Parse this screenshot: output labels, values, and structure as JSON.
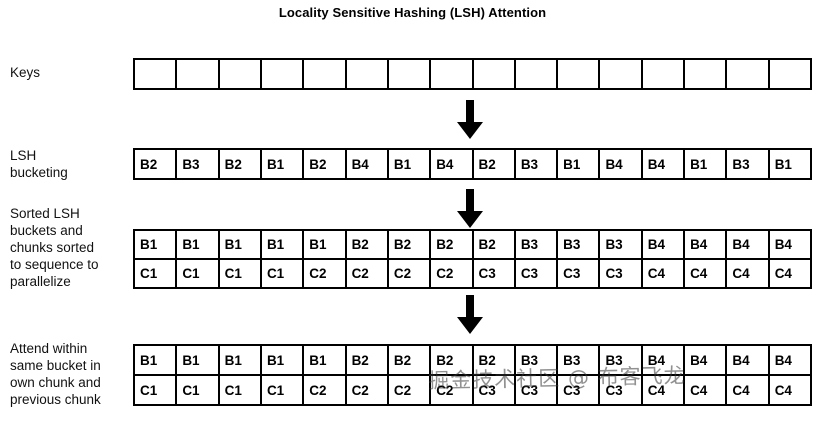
{
  "title": "Locality Sensitive Hashing (LSH) Attention",
  "watermark": "掘金技术社区 @ 布客飞龙",
  "rows": {
    "keys": {
      "label": "Keys",
      "cells": [
        "",
        "",
        "",
        "",
        "",
        "",
        "",
        "",
        "",
        "",
        "",
        "",
        "",
        "",
        "",
        ""
      ]
    },
    "bucketing": {
      "label": "LSH\nbucketing",
      "cells": [
        "B2",
        "B3",
        "B2",
        "B1",
        "B2",
        "B4",
        "B1",
        "B4",
        "B2",
        "B3",
        "B1",
        "B4",
        "B4",
        "B1",
        "B3",
        "B1"
      ]
    },
    "sorted": {
      "label": "Sorted LSH\nbuckets and\nchunks sorted\nto sequence to\nparallelize",
      "buckets": [
        "B1",
        "B1",
        "B1",
        "B1",
        "B1",
        "B2",
        "B2",
        "B2",
        "B2",
        "B3",
        "B3",
        "B3",
        "B4",
        "B4",
        "B4",
        "B4"
      ],
      "chunks": [
        "C1",
        "C1",
        "C1",
        "C1",
        "C2",
        "C2",
        "C2",
        "C2",
        "C3",
        "C3",
        "C3",
        "C3",
        "C4",
        "C4",
        "C4",
        "C4"
      ]
    },
    "attend": {
      "label": "Attend within\nsame bucket in\nown chunk and\nprevious chunk",
      "buckets": [
        "B1",
        "B1",
        "B1",
        "B1",
        "B1",
        "B2",
        "B2",
        "B2",
        "B2",
        "B3",
        "B3",
        "B3",
        "B4",
        "B4",
        "B4",
        "B4"
      ],
      "chunks": [
        "C1",
        "C1",
        "C1",
        "C1",
        "C2",
        "C2",
        "C2",
        "C2",
        "C3",
        "C3",
        "C3",
        "C3",
        "C4",
        "C4",
        "C4",
        "C4"
      ]
    }
  },
  "arrows": [
    {
      "name": "arrow-keys-to-bucketing"
    },
    {
      "name": "arrow-bucketing-to-sorted"
    },
    {
      "name": "arrow-sorted-to-attend"
    }
  ],
  "colors": {
    "stroke": "#000000",
    "background": "#ffffff",
    "text": "#000000"
  }
}
